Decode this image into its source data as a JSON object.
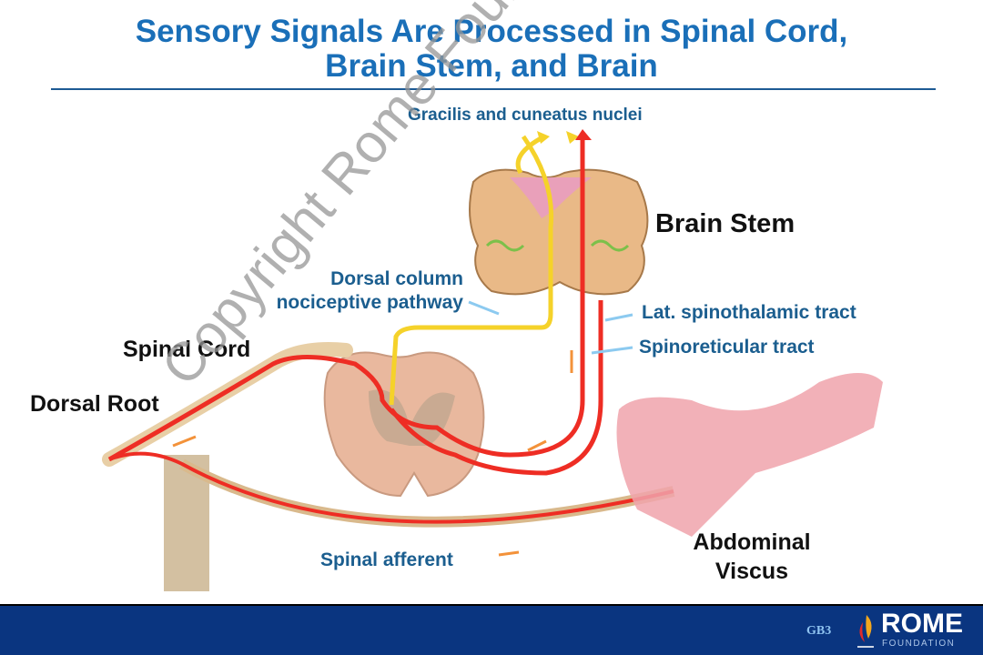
{
  "slide": {
    "title_line1": "Sensory Signals Are Processed in Spinal Cord,",
    "title_line2": "Brain Stem, and Brain",
    "accent_color": "#1a6fb8"
  },
  "labels": {
    "gracilis": "Gracilis and cuneatus nuclei",
    "brain_stem": "Brain Stem",
    "dorsal_column_1": "Dorsal column",
    "dorsal_column_2": "nociceptive pathway",
    "lat_spinothalamic": "Lat. spinothalamic tract",
    "spinoreticular": "Spinoreticular tract",
    "spinal_cord": "Spinal Cord",
    "dorsal_root": "Dorsal Root",
    "spinal_afferent": "Spinal afferent",
    "abdominal_1": "Abdominal",
    "abdominal_2": "Viscus"
  },
  "watermark": "Copyright Rome Foundation",
  "footer": {
    "slide_code": "GB3",
    "logo_main": "ROME",
    "logo_sub": "FOUNDATION",
    "band_color": "#0a3580"
  }
}
